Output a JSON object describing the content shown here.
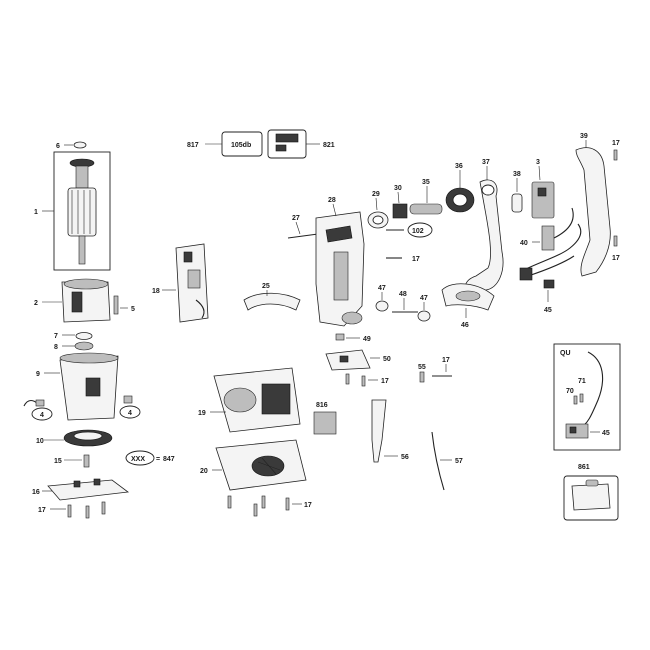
{
  "labels": {
    "l6": "6",
    "l1": "1",
    "l2": "2",
    "l5": "5",
    "l7": "7",
    "l8": "8",
    "l9": "9",
    "l4a": "4",
    "l4b": "4",
    "l10": "10",
    "l15": "15",
    "l847": "847",
    "lxxx": "XXX",
    "l16": "16",
    "l17a": "17",
    "l18": "18",
    "l25": "25",
    "l817": "817",
    "l105db": "105db",
    "l821": "821",
    "l19": "19",
    "l20": "20",
    "l17b": "17",
    "l27": "27",
    "l28": "28",
    "l29": "29",
    "l30": "30",
    "l35": "35",
    "l102": "102",
    "l17c": "17",
    "l36": "36",
    "l37": "37",
    "l38": "38",
    "l3": "3",
    "l39": "39",
    "l17d": "17",
    "l40": "40",
    "l17e": "17",
    "l47a": "47",
    "l48": "48",
    "l47b": "47",
    "l46": "46",
    "l45a": "45",
    "l49": "49",
    "l50": "50",
    "l17f": "17",
    "l55": "55",
    "l17g": "17",
    "l816": "816",
    "l56": "56",
    "l57": "57",
    "lqu": "QU",
    "l70": "70",
    "l71": "71",
    "l45b": "45",
    "l861": "861"
  }
}
